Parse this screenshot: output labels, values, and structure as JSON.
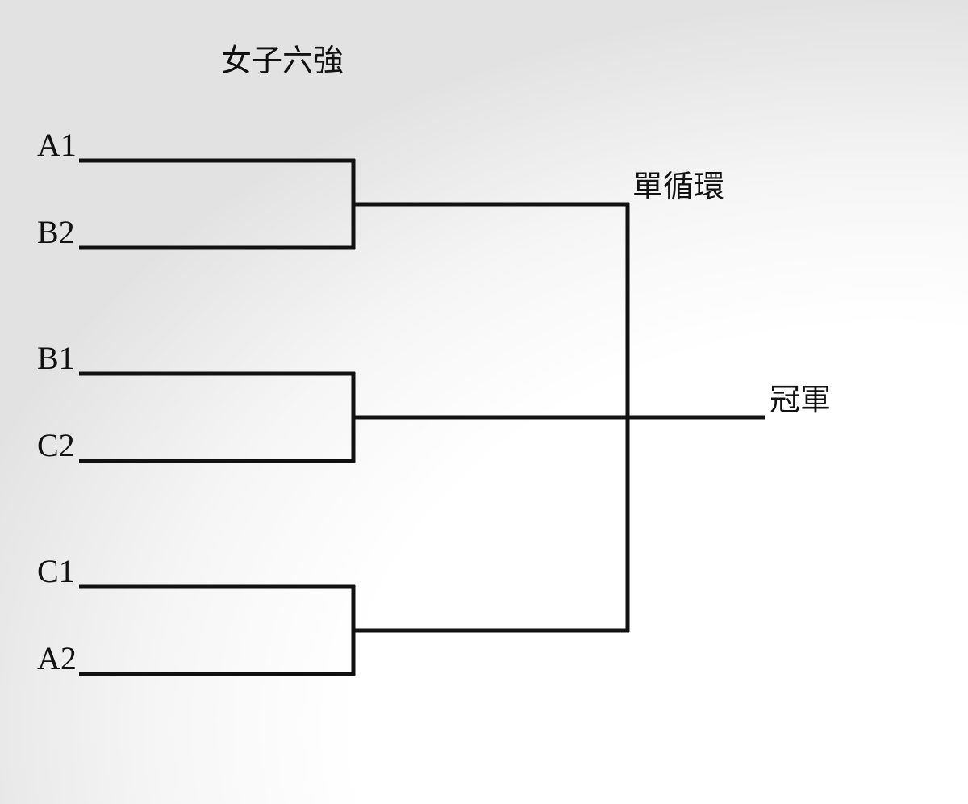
{
  "title": "女子六強",
  "teams": [
    "A1",
    "B2",
    "B1",
    "C2",
    "C1",
    "A2"
  ],
  "round_robin_label": "單循環",
  "champion_label": "冠軍",
  "colors": {
    "line": "#111111",
    "text": "#111111"
  }
}
